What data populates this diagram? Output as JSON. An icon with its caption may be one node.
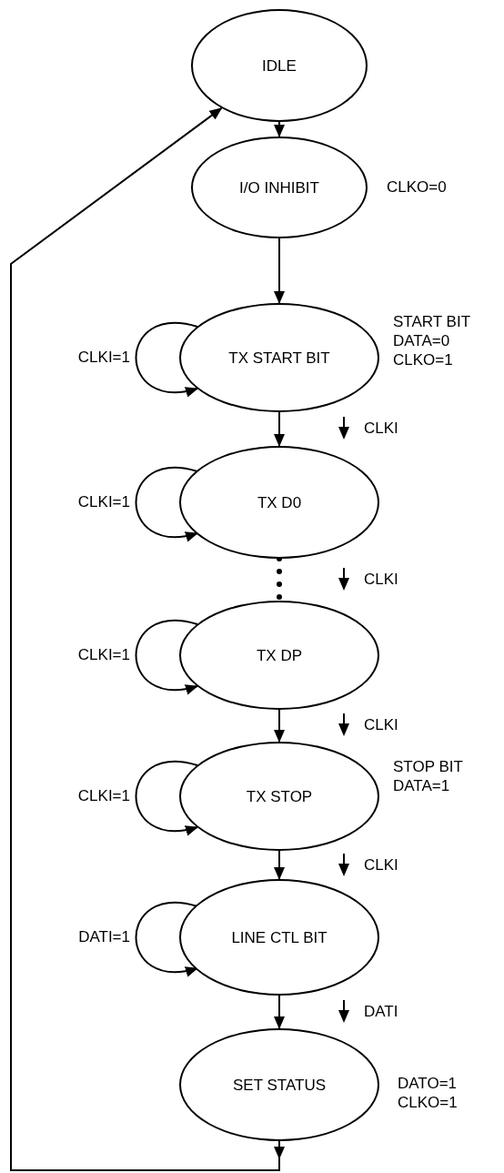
{
  "diagram": {
    "nodes": [
      {
        "text": [
          "IDLE"
        ]
      },
      {
        "text": [
          "I/O INHIBIT"
        ],
        "beside": [
          "CLKO=0"
        ]
      },
      {
        "text": [
          "TX START BIT"
        ],
        "beside": [
          "START BIT",
          "DATA=0",
          "CLKO=1"
        ]
      },
      {
        "text": [
          "TX D0"
        ]
      },
      {
        "text": [
          "TX DP"
        ]
      },
      {
        "text": [
          "TX STOP"
        ],
        "beside": [
          "STOP BIT",
          "DATA=1"
        ]
      },
      {
        "text": [
          "LINE CTL BIT"
        ]
      },
      {
        "text": [
          "SET STATUS"
        ],
        "beside": [
          "DATO=1",
          "CLKO=1"
        ]
      }
    ],
    "edges": [
      {
        "from": 0,
        "to": 1,
        "arrow": "to"
      },
      {
        "from": 1,
        "to": 2,
        "arrow": "to"
      },
      {
        "from": 2,
        "to": 2,
        "arrow": "to",
        "label": "CLKI=1"
      },
      {
        "from": 2,
        "to": 3,
        "arrow": "to"
      },
      {
        "from": 3,
        "to": 3,
        "arrow": "to",
        "label": "CLKI=1"
      },
      {
        "from": 3,
        "to": 4,
        "arrow": "none",
        "style": "dashed"
      },
      {
        "from": 4,
        "to": 4,
        "arrow": "to",
        "label": "CLKI=1"
      },
      {
        "from": 4,
        "to": 5,
        "arrow": "to"
      },
      {
        "from": 5,
        "to": 5,
        "arrow": "to",
        "label": "CLKI=1"
      },
      {
        "from": 5,
        "to": 6,
        "arrow": "to"
      },
      {
        "from": 6,
        "to": 6,
        "arrow": "to",
        "label": "DATI=1"
      },
      {
        "from": 6,
        "to": 7,
        "arrow": "to"
      },
      {
        "from": 7,
        "to": 0,
        "arrow": "to"
      }
    ],
    "labels": [
      "CLKI",
      "CLKI",
      "CLKI",
      "CLKI",
      "DATI"
    ]
  }
}
